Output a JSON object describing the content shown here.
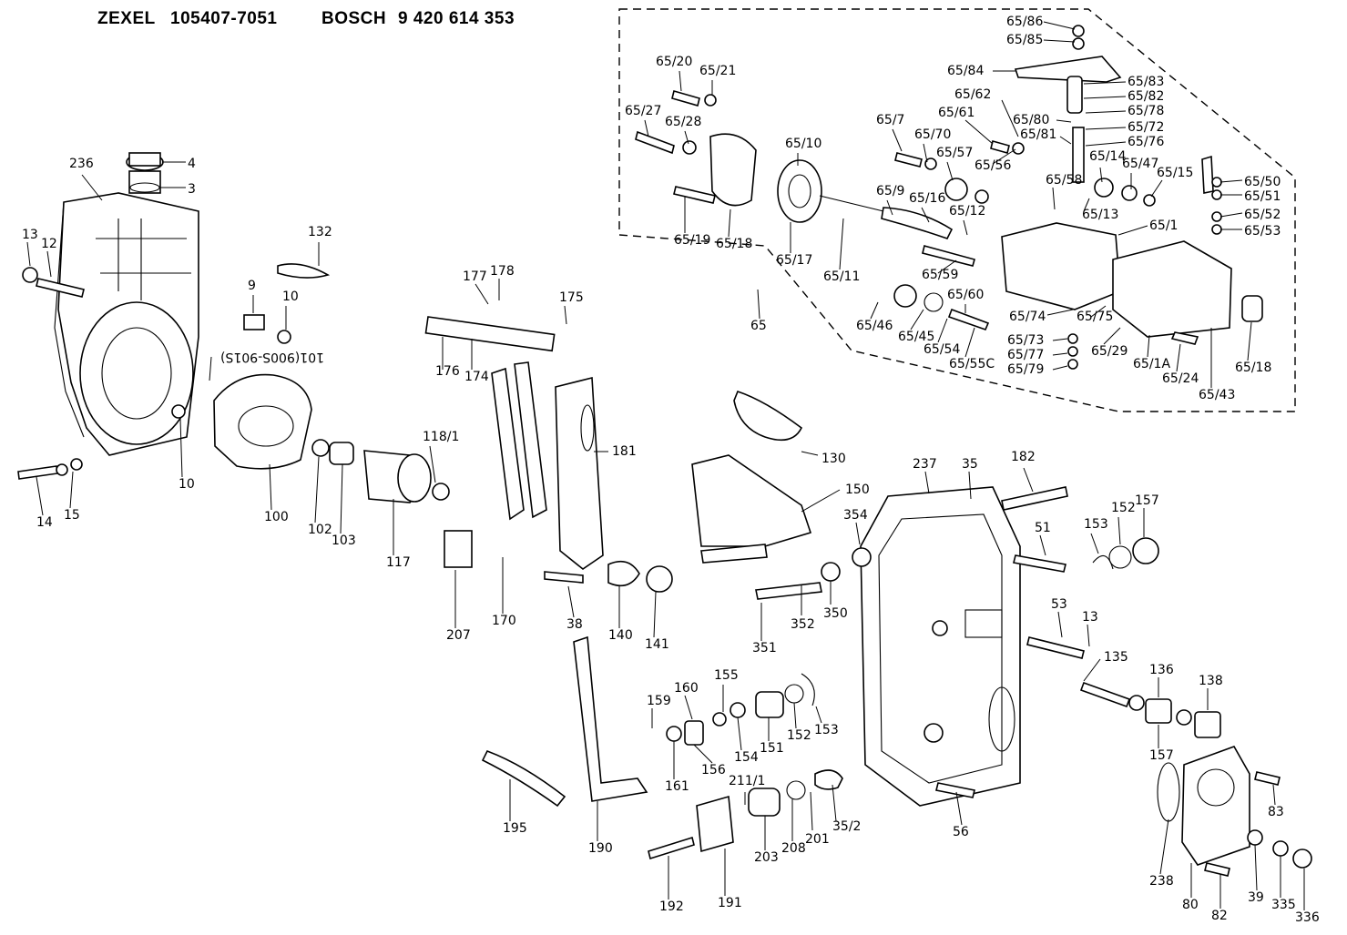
{
  "header": {
    "maker1": "ZEXEL",
    "number1": "105407-7051",
    "maker2": "BOSCH",
    "number2": "9 420 614 353"
  },
  "callouts": [
    {
      "id": "4",
      "label": "4"
    },
    {
      "id": "3",
      "label": "3"
    },
    {
      "id": "236",
      "label": "236"
    },
    {
      "id": "13a",
      "label": "13"
    },
    {
      "id": "12",
      "label": "12"
    },
    {
      "id": "132",
      "label": "132"
    },
    {
      "id": "9",
      "label": "9"
    },
    {
      "id": "10a",
      "label": "10"
    },
    {
      "id": "101",
      "label": "101(900S-901S)"
    },
    {
      "id": "10b",
      "label": "10"
    },
    {
      "id": "14",
      "label": "14"
    },
    {
      "id": "15",
      "label": "15"
    },
    {
      "id": "100",
      "label": "100"
    },
    {
      "id": "102",
      "label": "102"
    },
    {
      "id": "103",
      "label": "103"
    },
    {
      "id": "117",
      "label": "117"
    },
    {
      "id": "118_1",
      "label": "118/1"
    },
    {
      "id": "177",
      "label": "177"
    },
    {
      "id": "178",
      "label": "178"
    },
    {
      "id": "175",
      "label": "175"
    },
    {
      "id": "176",
      "label": "176"
    },
    {
      "id": "174",
      "label": "174"
    },
    {
      "id": "181",
      "label": "181"
    },
    {
      "id": "170",
      "label": "170"
    },
    {
      "id": "207",
      "label": "207"
    },
    {
      "id": "38",
      "label": "38"
    },
    {
      "id": "140",
      "label": "140"
    },
    {
      "id": "141",
      "label": "141"
    },
    {
      "id": "130",
      "label": "130"
    },
    {
      "id": "150",
      "label": "150"
    },
    {
      "id": "237",
      "label": "237"
    },
    {
      "id": "35",
      "label": "35"
    },
    {
      "id": "182",
      "label": "182"
    },
    {
      "id": "354",
      "label": "354"
    },
    {
      "id": "350",
      "label": "350"
    },
    {
      "id": "352",
      "label": "352"
    },
    {
      "id": "351",
      "label": "351"
    },
    {
      "id": "51",
      "label": "51"
    },
    {
      "id": "153a",
      "label": "153"
    },
    {
      "id": "152a",
      "label": "152"
    },
    {
      "id": "157a",
      "label": "157"
    },
    {
      "id": "53",
      "label": "53"
    },
    {
      "id": "13b",
      "label": "13"
    },
    {
      "id": "135",
      "label": "135"
    },
    {
      "id": "136",
      "label": "136"
    },
    {
      "id": "138",
      "label": "138"
    },
    {
      "id": "157b",
      "label": "157"
    },
    {
      "id": "159",
      "label": "159"
    },
    {
      "id": "160",
      "label": "160"
    },
    {
      "id": "155",
      "label": "155"
    },
    {
      "id": "161",
      "label": "161"
    },
    {
      "id": "156",
      "label": "156"
    },
    {
      "id": "154",
      "label": "154"
    },
    {
      "id": "151",
      "label": "151"
    },
    {
      "id": "152b",
      "label": "152"
    },
    {
      "id": "153b",
      "label": "153"
    },
    {
      "id": "195",
      "label": "195"
    },
    {
      "id": "190",
      "label": "190"
    },
    {
      "id": "211_1",
      "label": "211/1"
    },
    {
      "id": "203",
      "label": "203"
    },
    {
      "id": "208",
      "label": "208"
    },
    {
      "id": "201",
      "label": "201"
    },
    {
      "id": "35_2",
      "label": "35/2"
    },
    {
      "id": "192",
      "label": "192"
    },
    {
      "id": "191",
      "label": "191"
    },
    {
      "id": "56",
      "label": "56"
    },
    {
      "id": "238",
      "label": "238"
    },
    {
      "id": "80",
      "label": "80"
    },
    {
      "id": "82",
      "label": "82"
    },
    {
      "id": "83",
      "label": "83"
    },
    {
      "id": "39",
      "label": "39"
    },
    {
      "id": "335",
      "label": "335"
    },
    {
      "id": "336",
      "label": "336"
    },
    {
      "id": "65_86",
      "label": "65/86"
    },
    {
      "id": "65_85",
      "label": "65/85"
    },
    {
      "id": "65_84",
      "label": "65/84"
    },
    {
      "id": "65_83",
      "label": "65/83"
    },
    {
      "id": "65_82",
      "label": "65/82"
    },
    {
      "id": "65_78",
      "label": "65/78"
    },
    {
      "id": "65_62",
      "label": "65/62"
    },
    {
      "id": "65_80",
      "label": "65/80"
    },
    {
      "id": "65_72",
      "label": "65/72"
    },
    {
      "id": "65_81",
      "label": "65/81"
    },
    {
      "id": "65_76",
      "label": "65/76"
    },
    {
      "id": "65_20",
      "label": "65/20"
    },
    {
      "id": "65_21",
      "label": "65/21"
    },
    {
      "id": "65_27",
      "label": "65/27"
    },
    {
      "id": "65_28",
      "label": "65/28"
    },
    {
      "id": "65_10",
      "label": "65/10"
    },
    {
      "id": "65_7",
      "label": "65/7"
    },
    {
      "id": "65_61",
      "label": "65/61"
    },
    {
      "id": "65_70",
      "label": "65/70"
    },
    {
      "id": "65_57",
      "label": "65/57"
    },
    {
      "id": "65_56",
      "label": "65/56"
    },
    {
      "id": "65_14",
      "label": "65/14"
    },
    {
      "id": "65_47",
      "label": "65/47"
    },
    {
      "id": "65_15",
      "label": "65/15"
    },
    {
      "id": "65_50",
      "label": "65/50"
    },
    {
      "id": "65_51",
      "label": "65/51"
    },
    {
      "id": "65_52",
      "label": "65/52"
    },
    {
      "id": "65_53",
      "label": "65/53"
    },
    {
      "id": "65_58",
      "label": "65/58"
    },
    {
      "id": "65_9",
      "label": "65/9"
    },
    {
      "id": "65_16",
      "label": "65/16"
    },
    {
      "id": "65_12",
      "label": "65/12"
    },
    {
      "id": "65_13",
      "label": "65/13"
    },
    {
      "id": "65_1",
      "label": "65/1"
    },
    {
      "id": "65_19",
      "label": "65/19"
    },
    {
      "id": "65_18a",
      "label": "65/18"
    },
    {
      "id": "65_17",
      "label": "65/17"
    },
    {
      "id": "65_11",
      "label": "65/11"
    },
    {
      "id": "65_59",
      "label": "65/59"
    },
    {
      "id": "65_60",
      "label": "65/60"
    },
    {
      "id": "65_46",
      "label": "65/46"
    },
    {
      "id": "65_45",
      "label": "65/45"
    },
    {
      "id": "65_54",
      "label": "65/54"
    },
    {
      "id": "65_55c",
      "label": "65/55C"
    },
    {
      "id": "65_74",
      "label": "65/74"
    },
    {
      "id": "65_75",
      "label": "65/75"
    },
    {
      "id": "65_73",
      "label": "65/73"
    },
    {
      "id": "65_77",
      "label": "65/77"
    },
    {
      "id": "65_79",
      "label": "65/79"
    },
    {
      "id": "65_29",
      "label": "65/29"
    },
    {
      "id": "65_1a",
      "label": "65/1A"
    },
    {
      "id": "65_24",
      "label": "65/24"
    },
    {
      "id": "65_43",
      "label": "65/43"
    },
    {
      "id": "65_18b",
      "label": "65/18"
    },
    {
      "id": "65",
      "label": "65"
    }
  ]
}
